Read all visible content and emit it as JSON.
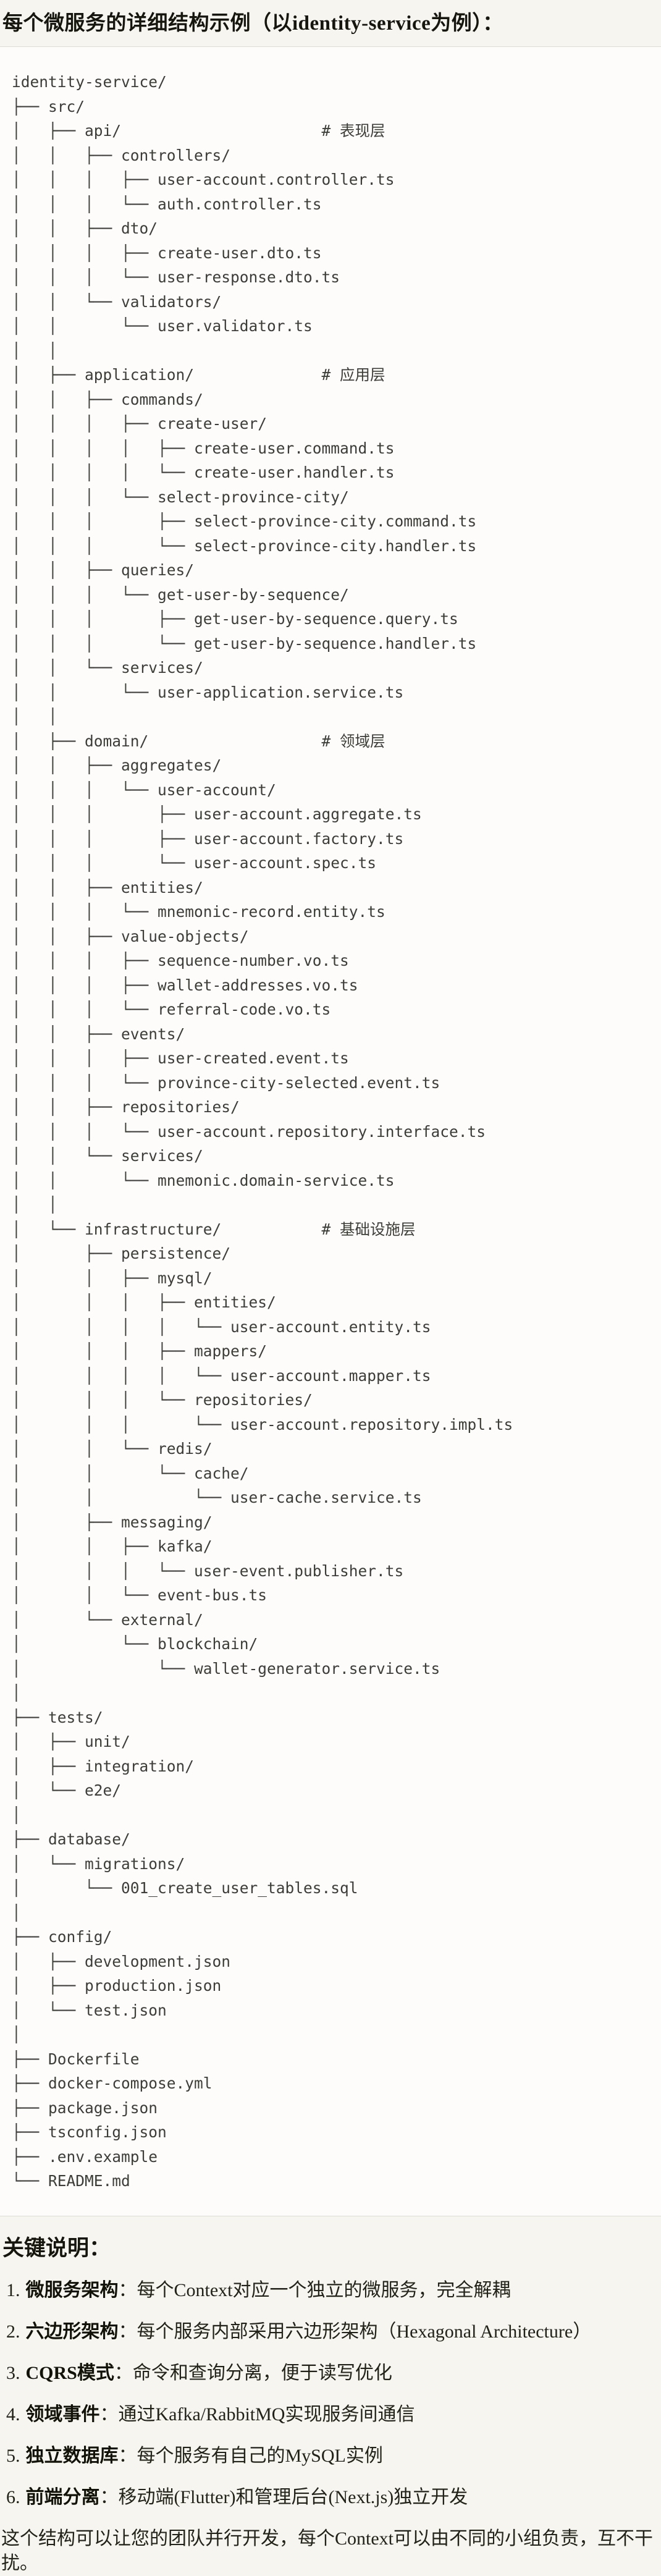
{
  "doc": {
    "title": "每个微服务的详细结构示例（以identity-service为例）：",
    "tree": [
      "identity-service/",
      "├── src/",
      "│   ├── api/                      # 表现层",
      "│   │   ├── controllers/",
      "│   │   │   ├── user-account.controller.ts",
      "│   │   │   └── auth.controller.ts",
      "│   │   ├── dto/",
      "│   │   │   ├── create-user.dto.ts",
      "│   │   │   └── user-response.dto.ts",
      "│   │   └── validators/",
      "│   │       └── user.validator.ts",
      "│   │",
      "│   ├── application/              # 应用层",
      "│   │   ├── commands/",
      "│   │   │   ├── create-user/",
      "│   │   │   │   ├── create-user.command.ts",
      "│   │   │   │   └── create-user.handler.ts",
      "│   │   │   └── select-province-city/",
      "│   │   │       ├── select-province-city.command.ts",
      "│   │   │       └── select-province-city.handler.ts",
      "│   │   ├── queries/",
      "│   │   │   └── get-user-by-sequence/",
      "│   │   │       ├── get-user-by-sequence.query.ts",
      "│   │   │       └── get-user-by-sequence.handler.ts",
      "│   │   └── services/",
      "│   │       └── user-application.service.ts",
      "│   │",
      "│   ├── domain/                   # 领域层",
      "│   │   ├── aggregates/",
      "│   │   │   └── user-account/",
      "│   │   │       ├── user-account.aggregate.ts",
      "│   │   │       ├── user-account.factory.ts",
      "│   │   │       └── user-account.spec.ts",
      "│   │   ├── entities/",
      "│   │   │   └── mnemonic-record.entity.ts",
      "│   │   ├── value-objects/",
      "│   │   │   ├── sequence-number.vo.ts",
      "│   │   │   ├── wallet-addresses.vo.ts",
      "│   │   │   └── referral-code.vo.ts",
      "│   │   ├── events/",
      "│   │   │   ├── user-created.event.ts",
      "│   │   │   └── province-city-selected.event.ts",
      "│   │   ├── repositories/",
      "│   │   │   └── user-account.repository.interface.ts",
      "│   │   └── services/",
      "│   │       └── mnemonic.domain-service.ts",
      "│   │",
      "│   └── infrastructure/           # 基础设施层",
      "│       ├── persistence/",
      "│       │   ├── mysql/",
      "│       │   │   ├── entities/",
      "│       │   │   │   └── user-account.entity.ts",
      "│       │   │   ├── mappers/",
      "│       │   │   │   └── user-account.mapper.ts",
      "│       │   │   └── repositories/",
      "│       │   │       └── user-account.repository.impl.ts",
      "│       │   └── redis/",
      "│       │       └── cache/",
      "│       │           └── user-cache.service.ts",
      "│       ├── messaging/",
      "│       │   ├── kafka/",
      "│       │   │   └── user-event.publisher.ts",
      "│       │   └── event-bus.ts",
      "│       └── external/",
      "│           └── blockchain/",
      "│               └── wallet-generator.service.ts",
      "│",
      "├── tests/",
      "│   ├── unit/",
      "│   ├── integration/",
      "│   └── e2e/",
      "│",
      "├── database/",
      "│   └── migrations/",
      "│       └── 001_create_user_tables.sql",
      "│",
      "├── config/",
      "│   ├── development.json",
      "│   ├── production.json",
      "│   └── test.json",
      "│",
      "├── Dockerfile",
      "├── docker-compose.yml",
      "├── package.json",
      "├── tsconfig.json",
      "├── .env.example",
      "└── README.md"
    ],
    "notes": {
      "heading": "关键说明：",
      "items": [
        {
          "num": "1.",
          "label": "微服务架构",
          "text": "：每个Context对应一个独立的微服务，完全解耦"
        },
        {
          "num": "2.",
          "label": "六边形架构",
          "text": "：每个服务内部采用六边形架构（Hexagonal Architecture）"
        },
        {
          "num": "3.",
          "label": "CQRS模式",
          "text": "：命令和查询分离，便于读写优化"
        },
        {
          "num": "4.",
          "label": "领域事件",
          "text": "：通过Kafka/RabbitMQ实现服务间通信"
        },
        {
          "num": "5.",
          "label": "独立数据库",
          "text": "：每个服务有自己的MySQL实例"
        },
        {
          "num": "6.",
          "label": "前端分离",
          "text": "：移动端(Flutter)和管理后台(Next.js)独立开发"
        }
      ],
      "closing": "这个结构可以让您的团队并行开发，每个Context可以由不同的小组负责，互不干扰。"
    },
    "colors": {
      "page_bg": "#f6f5f0",
      "code_bg": "#fdfcfa",
      "code_border": "#dedcd4",
      "code_text": "#3c3c38",
      "heading_text": "#16160f",
      "body_text": "#222219"
    }
  }
}
